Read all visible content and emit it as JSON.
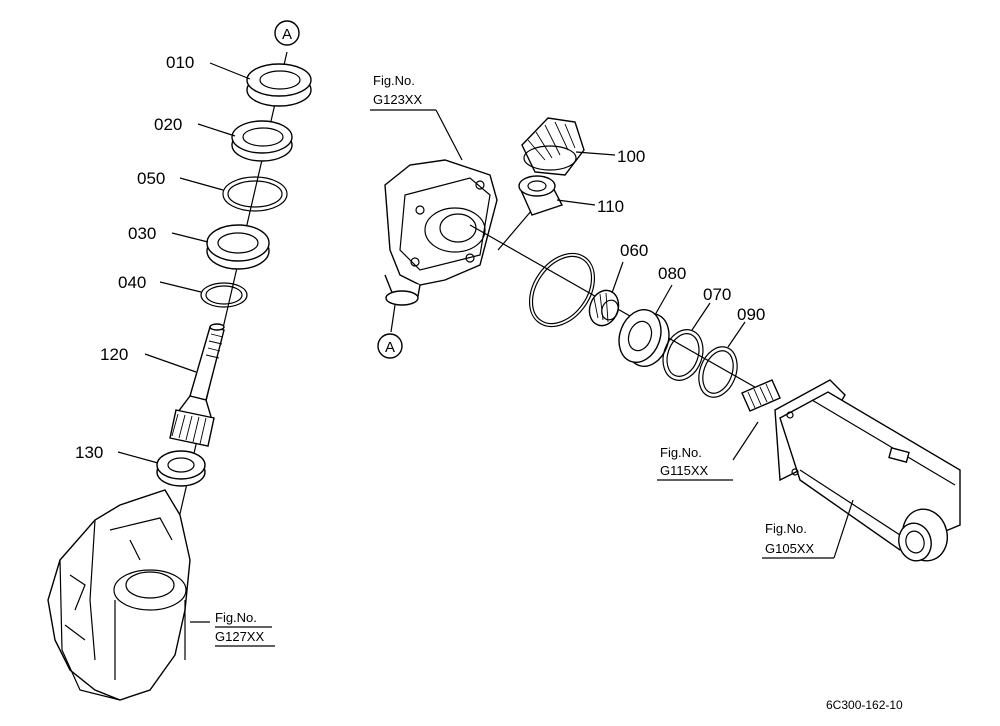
{
  "parts": {
    "p010": "010",
    "p020": "020",
    "p050": "050",
    "p030": "030",
    "p040": "040",
    "p120": "120",
    "p130": "130",
    "p100": "100",
    "p110": "110",
    "p060": "060",
    "p080": "080",
    "p070": "070",
    "p090": "090"
  },
  "markers": {
    "top": "A",
    "middle": "A"
  },
  "refs": {
    "g123": {
      "line1": "Fig.No.",
      "line2": "G123XX"
    },
    "g115": {
      "line1": "Fig.No.",
      "line2": "G115XX"
    },
    "g127": {
      "line1": "Fig.No.",
      "line2": "G127XX"
    },
    "g105": {
      "line1": "Fig.No.",
      "line2": "G105XX"
    }
  },
  "drawing_code": "6C300-162-10"
}
